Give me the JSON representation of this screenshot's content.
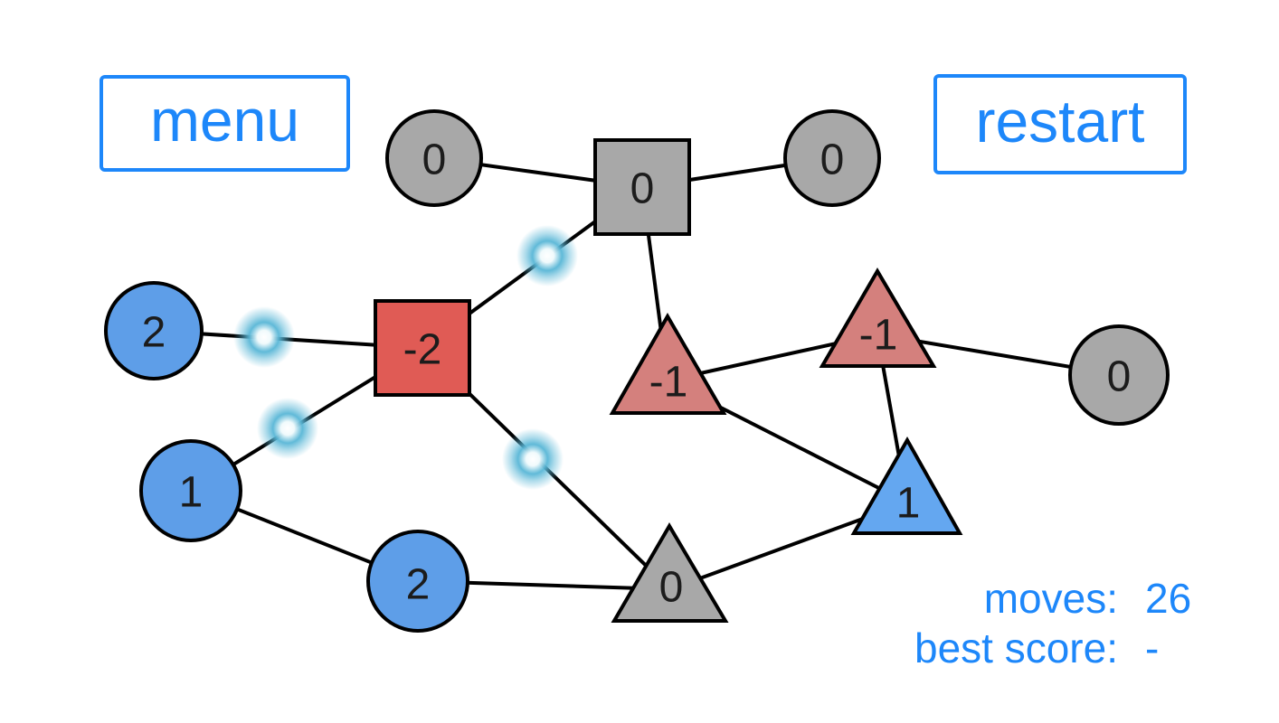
{
  "header": {
    "menu_label": "menu",
    "restart_label": "restart"
  },
  "status": {
    "moves_label": "moves:",
    "moves_value": "26",
    "best_label": "best score:",
    "best_value": "-"
  },
  "colors": {
    "accent_blue": "#1d87fa",
    "node_gray": "#a8a8a8",
    "node_blue_circle": "#5e9ee8",
    "node_blue_triangle": "#64a7f0",
    "node_red_square": "#e05b55",
    "node_red_triangle": "#d4807d",
    "edge_black": "#000000",
    "glow_teal": "#58b6d6",
    "label_dark": "#1c1c1c"
  },
  "graph": {
    "nodes": [
      {
        "name": "gray-circle-top-left",
        "shape": "circle",
        "color": "gray",
        "value": "0"
      },
      {
        "name": "gray-square-top",
        "shape": "square",
        "color": "gray",
        "value": "0"
      },
      {
        "name": "gray-circle-top-right",
        "shape": "circle",
        "color": "gray",
        "value": "0"
      },
      {
        "name": "blue-circle-left",
        "shape": "circle",
        "color": "blue",
        "value": "2"
      },
      {
        "name": "red-square-center",
        "shape": "square",
        "color": "red",
        "value": "-2"
      },
      {
        "name": "red-triangle-middle",
        "shape": "triangle",
        "color": "red",
        "value": "-1"
      },
      {
        "name": "red-triangle-right",
        "shape": "triangle",
        "color": "red",
        "value": "-1"
      },
      {
        "name": "gray-circle-far-right",
        "shape": "circle",
        "color": "gray",
        "value": "0"
      },
      {
        "name": "blue-circle-mid-left",
        "shape": "circle",
        "color": "blue",
        "value": "1"
      },
      {
        "name": "blue-triangle-right",
        "shape": "triangle",
        "color": "blue",
        "value": "1"
      },
      {
        "name": "blue-circle-bottom",
        "shape": "circle",
        "color": "blue",
        "value": "2"
      },
      {
        "name": "gray-triangle-bottom",
        "shape": "triangle",
        "color": "gray",
        "value": "0"
      }
    ],
    "edges": [
      {
        "from": "gray-circle-top-left",
        "to": "gray-square-top",
        "glow": false
      },
      {
        "from": "gray-square-top",
        "to": "gray-circle-top-right",
        "glow": false
      },
      {
        "from": "gray-square-top",
        "to": "red-square-center",
        "glow": true
      },
      {
        "from": "gray-square-top",
        "to": "red-triangle-middle",
        "glow": false
      },
      {
        "from": "blue-circle-left",
        "to": "red-square-center",
        "glow": true
      },
      {
        "from": "red-square-center",
        "to": "blue-circle-mid-left",
        "glow": true
      },
      {
        "from": "red-square-center",
        "to": "gray-triangle-bottom",
        "glow": true
      },
      {
        "from": "red-triangle-middle",
        "to": "red-triangle-right",
        "glow": false
      },
      {
        "from": "red-triangle-right",
        "to": "gray-circle-far-right",
        "glow": false
      },
      {
        "from": "red-triangle-right",
        "to": "blue-triangle-right",
        "glow": false
      },
      {
        "from": "red-triangle-middle",
        "to": "blue-triangle-right",
        "glow": false
      },
      {
        "from": "blue-circle-mid-left",
        "to": "blue-circle-bottom",
        "glow": false
      },
      {
        "from": "blue-circle-bottom",
        "to": "gray-triangle-bottom",
        "glow": false
      },
      {
        "from": "gray-triangle-bottom",
        "to": "blue-triangle-right",
        "glow": false
      }
    ]
  }
}
